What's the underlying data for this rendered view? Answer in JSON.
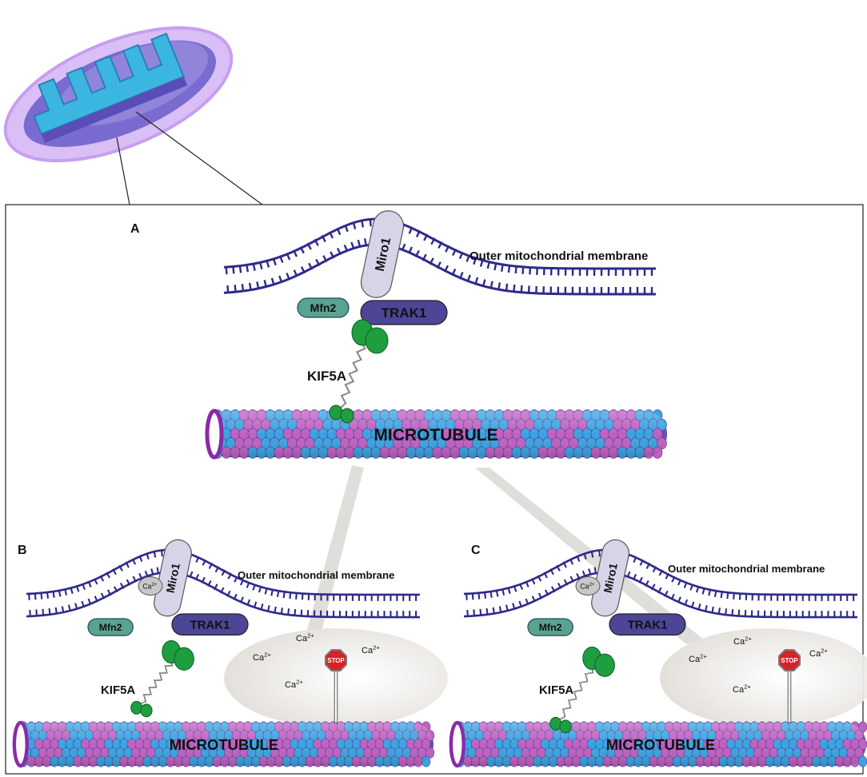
{
  "panels": {
    "a": {
      "letter": "A",
      "membrane_label": "Outer mitochondrial membrane",
      "miro": "Miro1",
      "mfn": "Mfn2",
      "trak": "TRAK1",
      "kinesin": "KIF5A",
      "microtubule": "MICROTUBULE"
    },
    "b": {
      "letter": "B",
      "membrane_label": "Outer mitochondrial membrane",
      "miro": "Miro1",
      "mfn": "Mfn2",
      "trak": "TRAK1",
      "kinesin": "KIF5A",
      "microtubule": "MICROTUBULE",
      "calcium_bound": "Ca2+",
      "stop_sign": "STOP",
      "calcium_ions": [
        "Ca2+",
        "Ca2+",
        "Ca2+",
        "Ca2+"
      ]
    },
    "c": {
      "letter": "C",
      "membrane_label": "Outer mitochondrial membrane",
      "miro": "Miro1",
      "mfn": "Mfn2",
      "trak": "TRAK1",
      "kinesin": "KIF5A",
      "microtubule": "MICROTUBULE",
      "calcium_bound": "Ca2+",
      "stop_sign": "STOP",
      "calcium_ions": [
        "Ca2+",
        "Ca2+",
        "Ca2+",
        "Ca2+"
      ]
    }
  },
  "colors": {
    "membrane": "#2e2a8c",
    "miro": "#d7d4e8",
    "mfn": "#5aa293",
    "trak": "#4d4596",
    "kinesin": "#1f9e3f",
    "tubulin_blue": "#3aa3e0",
    "tubulin_magenta": "#c060c0",
    "stop": "#d92027",
    "calcium_cloud": "#e9e6e2",
    "mito_outer": "#d4b4f2",
    "mito_matrix": "#3bb6e0",
    "mito_inner": "#6f62c8"
  }
}
